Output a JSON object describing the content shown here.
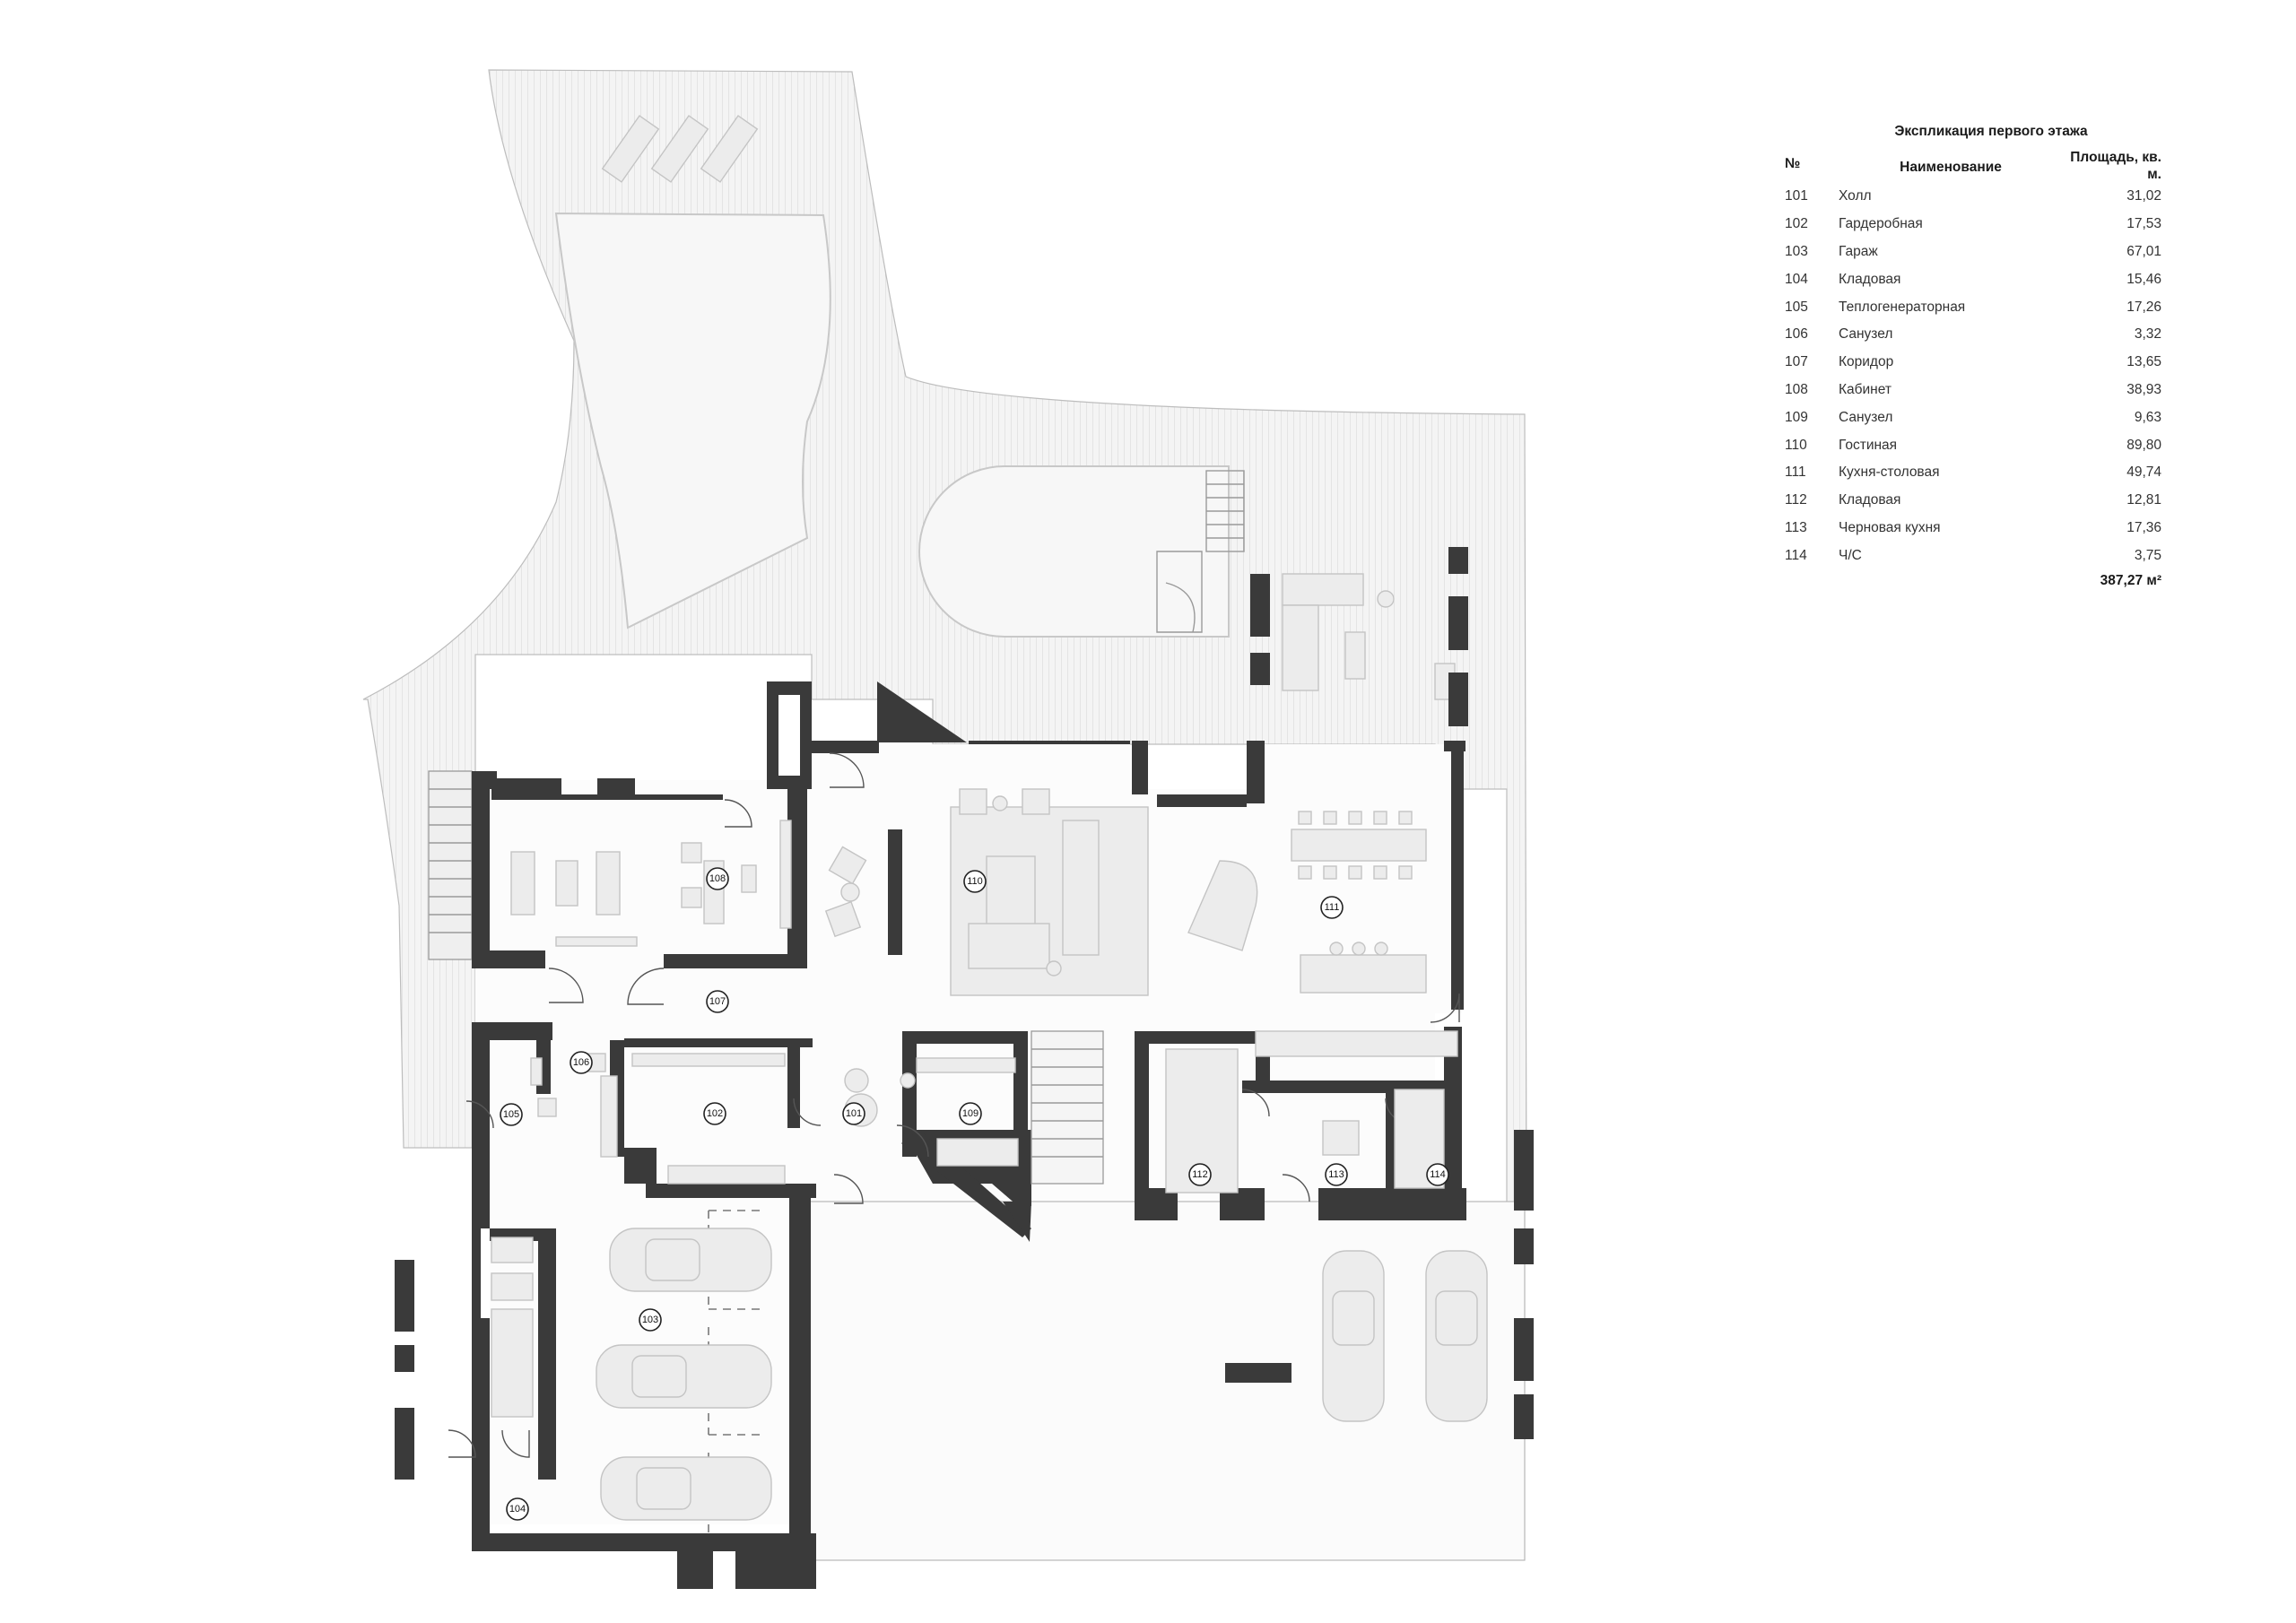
{
  "explication": {
    "title": "Экспликация первого этажа",
    "col_number": "№",
    "col_name": "Наименование",
    "col_area": "Площадь, кв. м.",
    "rows": [
      {
        "no": "101",
        "name": "Холл",
        "area": "31,02"
      },
      {
        "no": "102",
        "name": "Гардеробная",
        "area": "17,53"
      },
      {
        "no": "103",
        "name": "Гараж",
        "area": "67,01"
      },
      {
        "no": "104",
        "name": "Кладовая",
        "area": "15,46"
      },
      {
        "no": "105",
        "name": "Теплогенераторная",
        "area": "17,26"
      },
      {
        "no": "106",
        "name": "Санузел",
        "area": "3,32"
      },
      {
        "no": "107",
        "name": "Коридор",
        "area": "13,65"
      },
      {
        "no": "108",
        "name": "Кабинет",
        "area": "38,93"
      },
      {
        "no": "109",
        "name": "Санузел",
        "area": "9,63"
      },
      {
        "no": "110",
        "name": "Гостиная",
        "area": "89,80"
      },
      {
        "no": "111",
        "name": "Кухня-столовая",
        "area": "49,74"
      },
      {
        "no": "112",
        "name": "Кладовая",
        "area": "12,81"
      },
      {
        "no": "113",
        "name": "Черновая кухня",
        "area": "17,36"
      },
      {
        "no": "114",
        "name": "Ч/С",
        "area": "3,75"
      }
    ],
    "total": "387,27 м²"
  },
  "room_tags": {
    "r101": "101",
    "r102": "102",
    "r103": "103",
    "r104": "104",
    "r105": "105",
    "r106": "106",
    "r107": "107",
    "r108": "108",
    "r109": "109",
    "r110": "110",
    "r111": "111",
    "r112": "112",
    "r113": "113",
    "r114": "114"
  }
}
